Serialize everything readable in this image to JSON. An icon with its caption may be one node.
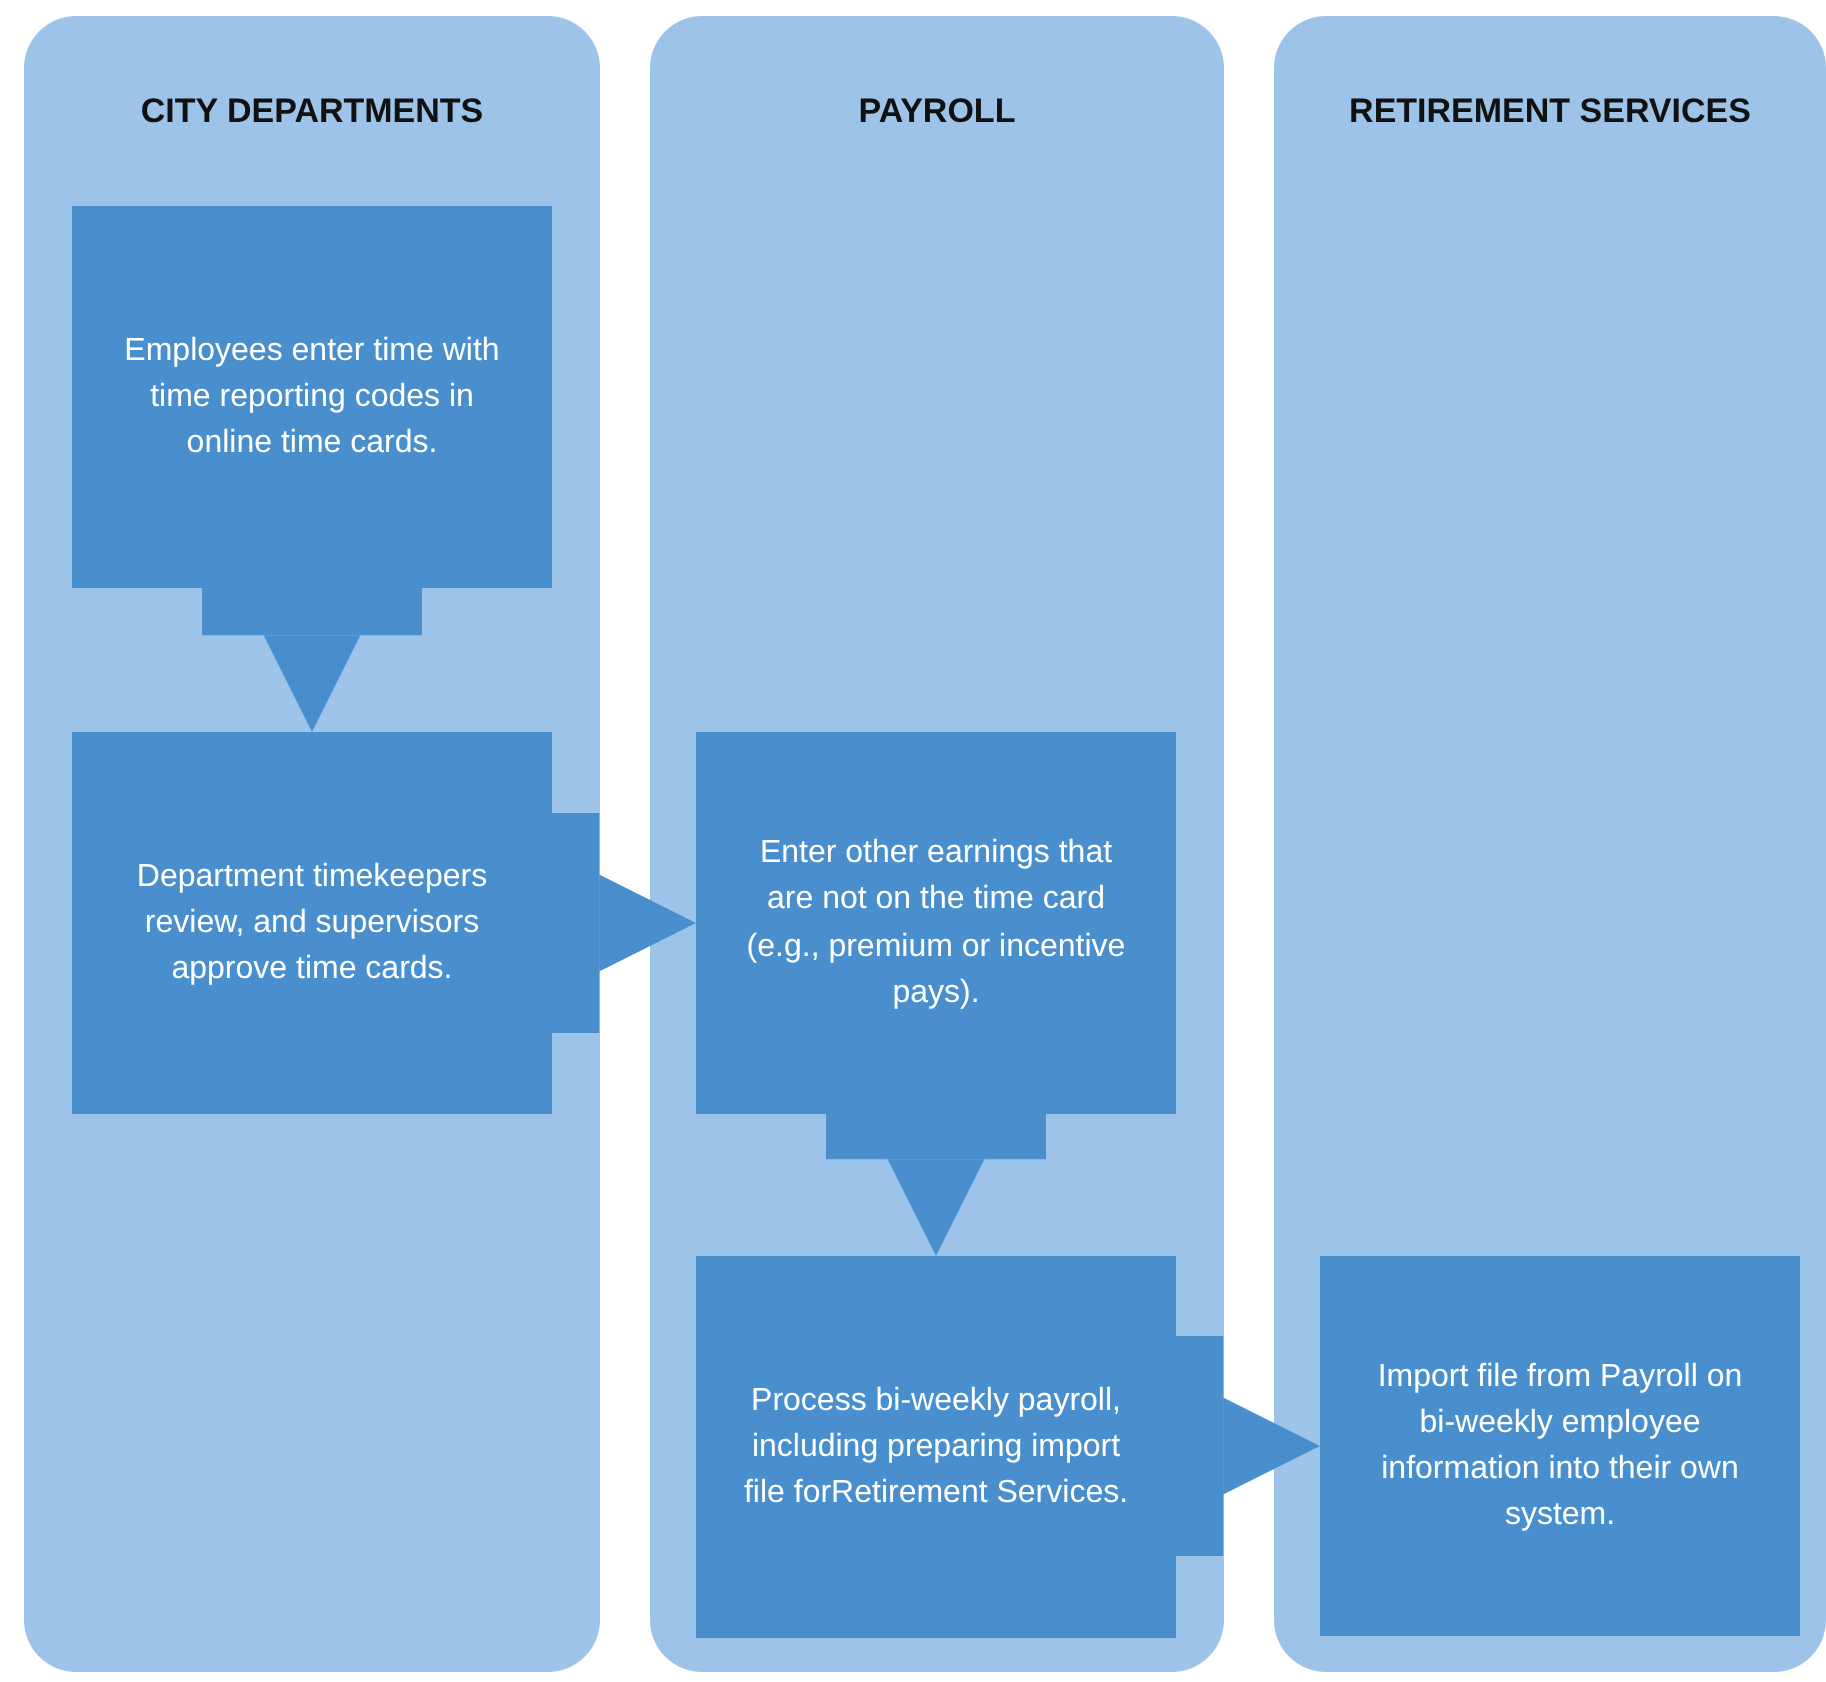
{
  "diagram": {
    "nodes": [
      {
        "text": [
          "CITY DEPARTMENTS"
        ]
      },
      {
        "text": [
          "PAYROLL"
        ]
      },
      {
        "text": [
          "RETIREMENT SERVICES"
        ]
      },
      {
        "text": [
          "Employees enter time with time reporting codes in online time cards."
        ],
        "in": 0
      },
      {
        "text": [
          "Department timekeepers review, and supervisors approve time cards."
        ],
        "in": 0
      },
      {
        "text": [
          "Enter other earnings that are not on the time card (e.g., premium or incentive pays)."
        ],
        "in": 1
      },
      {
        "text": [
          "Process bi-weekly payroll, including preparing import file forRetirement Services."
        ],
        "in": 1
      },
      {
        "text": [
          "Import file from Payroll on bi-weekly employee information into their own system."
        ],
        "in": 2
      }
    ],
    "edges": [
      {
        "from": 3,
        "to": 4,
        "arrow": "to"
      },
      {
        "from": 4,
        "to": 5,
        "arrow": "to"
      },
      {
        "from": 5,
        "to": 6,
        "arrow": "to"
      },
      {
        "from": 6,
        "to": 7,
        "arrow": "to"
      }
    ]
  }
}
